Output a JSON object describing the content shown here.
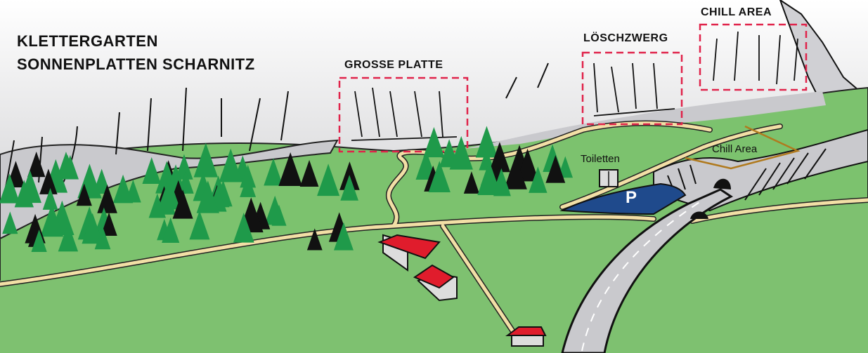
{
  "title": {
    "line1": "KLETTERGARTEN",
    "line2": "SONNENPLATTEN SCHARNITZ"
  },
  "areas": [
    {
      "name": "GROSSE PLATTE"
    },
    {
      "name": "LÖSCHZWERG"
    },
    {
      "name": "CHILL AREA"
    }
  ],
  "labels": {
    "toilets": "Toiletten",
    "chill_area": "Chill Area",
    "parking": "P"
  },
  "colors": {
    "grass": "#7cc26e",
    "rock": "#c9c9cd",
    "path": "#f2dfa6",
    "parking": "#1f4a8c",
    "area_box": "#e0234a",
    "fence": "#b07a1e",
    "roof": "#e01c2c",
    "tree": "#1f9a4a"
  }
}
